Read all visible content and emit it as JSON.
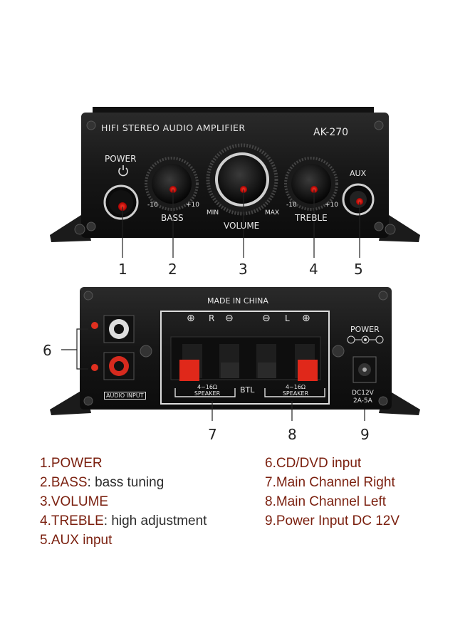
{
  "front": {
    "title": "HIFI STEREO AUDIO AMPLIFIER",
    "model": "AK-270",
    "power_label": "POWER",
    "aux_label": "AUX",
    "bass_label": "BASS",
    "bass_min": "-10",
    "bass_max": "+10",
    "volume_label": "VOLUME",
    "volume_min": "MIN",
    "volume_max": "MAX",
    "treble_label": "TREBLE",
    "treble_min": "-10",
    "treble_max": "+10"
  },
  "back": {
    "made_in": "MADE IN CHINA",
    "plus_sym": "⊕",
    "minus_sym": "⊖",
    "r_label": "R",
    "l_label": "L",
    "power_label": "POWER",
    "dc_label": "DC12V",
    "dc_current": "2A-5A",
    "audio_input": "AUDIO INPUT",
    "speaker_left": "4~16Ω SPEAKER",
    "speaker_right": "4~16Ω SPEAKER",
    "btl": "BTL"
  },
  "callouts": [
    "1",
    "2",
    "3",
    "4",
    "5",
    "6",
    "7",
    "8",
    "9"
  ],
  "legend": {
    "left": [
      {
        "key": "1.POWER",
        "val": ""
      },
      {
        "key": "2.BASS",
        "val": ": bass tuning"
      },
      {
        "key": "3.VOLUME",
        "val": ""
      },
      {
        "key": "4.TREBLE",
        "val": ": high adjustment"
      },
      {
        "key": "5.AUX input",
        "val": ""
      }
    ],
    "right": [
      {
        "key": "6.CD/DVD input",
        "val": ""
      },
      {
        "key": "7.Main Channel Right",
        "val": ""
      },
      {
        "key": "8.Main Channel Left",
        "val": ""
      },
      {
        "key": "9.Power Input DC 12V",
        "val": ""
      }
    ]
  }
}
